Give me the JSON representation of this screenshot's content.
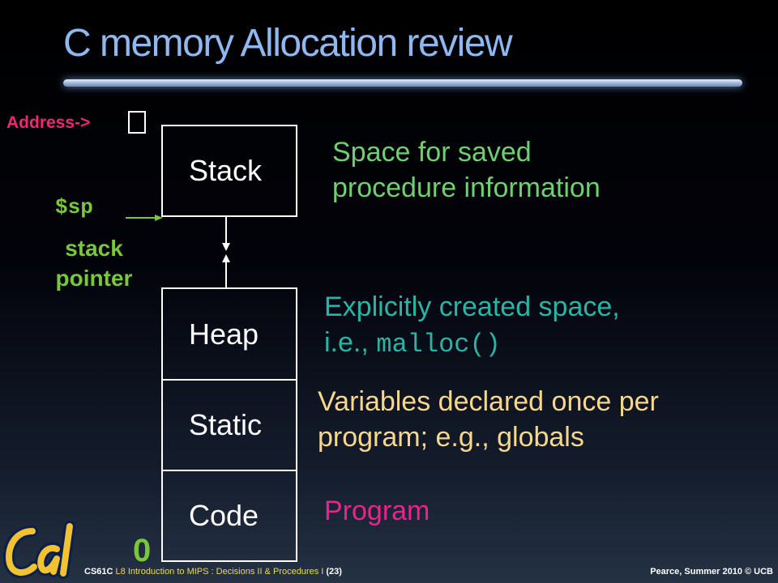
{
  "slide": {
    "title": "C memory Allocation review",
    "address_label": "Address->"
  },
  "memory": {
    "stack": "Stack",
    "heap": "Heap",
    "static": "Static",
    "code": "Code",
    "bottom_address": "0"
  },
  "stack_pointer": {
    "register": "$sp",
    "desc_line1": "stack",
    "desc_line2": "pointer"
  },
  "descriptions": {
    "stack_line1": "Space for saved",
    "stack_line2": "procedure information",
    "heap_line1": "Explicitly created space,",
    "heap_line2_prefix": "i.e., ",
    "heap_line2_code": "malloc()",
    "static_line1": "Variables declared once per",
    "static_line2": "program; e.g., globals",
    "code": "Program"
  },
  "footer": {
    "left_prefix": "CS61C",
    "left_course": "L8 Introduction to MIPS : Decisions II & Procedures I",
    "left_page": "(23)",
    "right": "Pearce, Summer 2010 © UCB"
  },
  "colors": {
    "title": "#8fb7f0",
    "stack_pointer": "#79c73a",
    "address_label": "#e82a73",
    "stack_desc": "#6fd070",
    "heap_desc": "#28b5a7",
    "static_desc": "#f7d78c",
    "code_desc": "#e8258a"
  }
}
